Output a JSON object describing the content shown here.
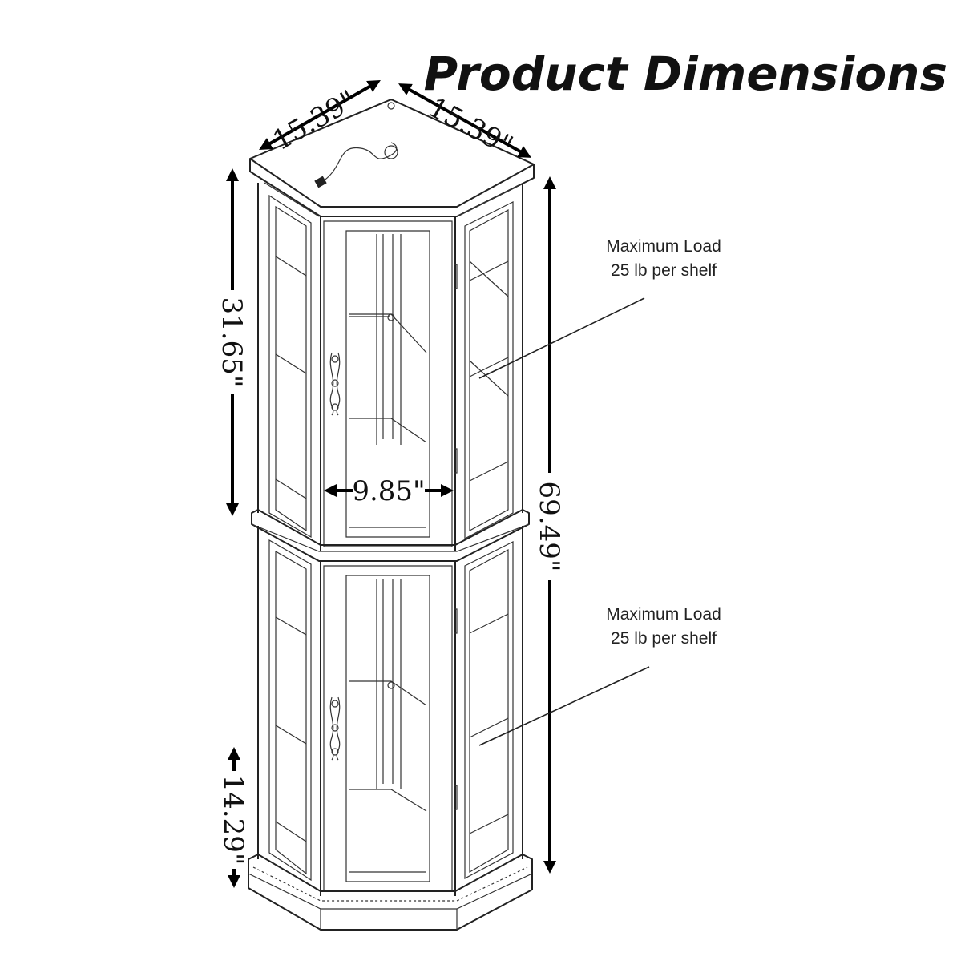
{
  "title": "Product Dimensions",
  "dimensions": {
    "top_left_depth": "15.39\"",
    "top_right_depth": "15.39\"",
    "upper_height": "31.65\"",
    "total_height": "69.49\"",
    "inner_width": "9.85\"",
    "base_height": "14.29\""
  },
  "notes": [
    {
      "line1": "Maximum Load",
      "line2": "25 lb per shelf"
    },
    {
      "line1": "Maximum Load",
      "line2": "25 lb per shelf"
    }
  ],
  "icons": [
    "power-cord-icon",
    "door-handle-icon"
  ]
}
